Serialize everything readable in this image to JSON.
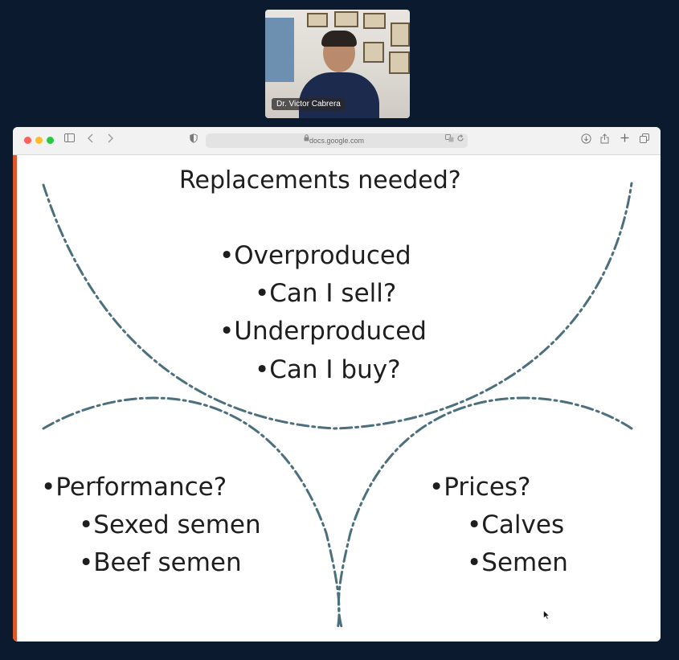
{
  "video": {
    "speaker_name": "Dr. Victor Cabrera"
  },
  "browser": {
    "url": "docs.google.com",
    "icons": [
      "sidebar-icon",
      "back-icon",
      "forward-icon",
      "shield-icon",
      "lock-icon",
      "translate-icon",
      "reload-icon",
      "download-icon",
      "share-icon",
      "new-tab-icon",
      "tabs-overview-icon"
    ]
  },
  "slide": {
    "title": "Replacements needed?",
    "center_items": [
      {
        "text": "•Overproduced",
        "level": 1
      },
      {
        "text": "•Can I sell?",
        "level": 2
      },
      {
        "text": "•Underproduced",
        "level": 1
      },
      {
        "text": "•Can I buy?",
        "level": 2
      }
    ],
    "left_items": [
      {
        "text": "•Performance?",
        "level": 1
      },
      {
        "text": "•Sexed semen",
        "level": 2
      },
      {
        "text": "•Beef semen",
        "level": 2
      }
    ],
    "right_items": [
      {
        "text": "•Prices?",
        "level": 1
      },
      {
        "text": "•Calves",
        "level": 2
      },
      {
        "text": "•Semen",
        "level": 2
      }
    ],
    "colors": {
      "accent": "#e0572b",
      "curve": "#4b6f7d",
      "text": "#1e1e1e"
    }
  }
}
